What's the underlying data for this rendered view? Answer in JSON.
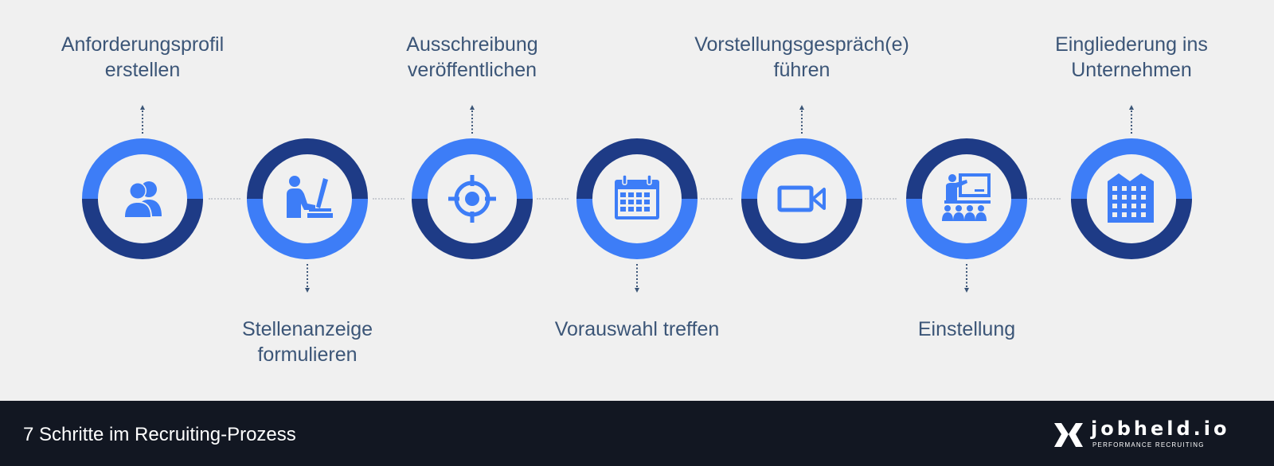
{
  "diagram": {
    "colors": {
      "background": "#f0f0f0",
      "ring_dark": "#1e3b86",
      "ring_light": "#3d7df7",
      "icon": "#3d7df7",
      "label": "#3b5577",
      "connector": "#c9ccd1",
      "footer_bg": "#121722"
    },
    "steps": [
      {
        "label_line1": "Anforderungsprofil",
        "label_line2": "erstellen",
        "icon": "users-icon",
        "label_position": "top"
      },
      {
        "label_line1": "Stellenanzeige",
        "label_line2": "formulieren",
        "icon": "person-at-computer-icon",
        "label_position": "bottom"
      },
      {
        "label_line1": "Ausschreibung",
        "label_line2": "veröffentlichen",
        "icon": "target-crosshair-icon",
        "label_position": "top"
      },
      {
        "label_line1": "Vorauswahl treffen",
        "label_line2": "",
        "icon": "calendar-icon",
        "label_position": "bottom"
      },
      {
        "label_line1": "Vorstellungsgespräch(e)",
        "label_line2": "führen",
        "icon": "video-camera-icon",
        "label_position": "top"
      },
      {
        "label_line1": "Einstellung",
        "label_line2": "",
        "icon": "presentation-audience-icon",
        "label_position": "bottom"
      },
      {
        "label_line1": "Eingliederung ins",
        "label_line2": "Unternehmen",
        "icon": "office-building-icon",
        "label_position": "top"
      }
    ]
  },
  "footer": {
    "title": "7 Schritte im Recruiting-Prozess",
    "logo": {
      "name": "jobheld.io",
      "tagline": "PERFORMANCE RECRUITING",
      "icon": "jobheld-x-logo-icon"
    }
  }
}
